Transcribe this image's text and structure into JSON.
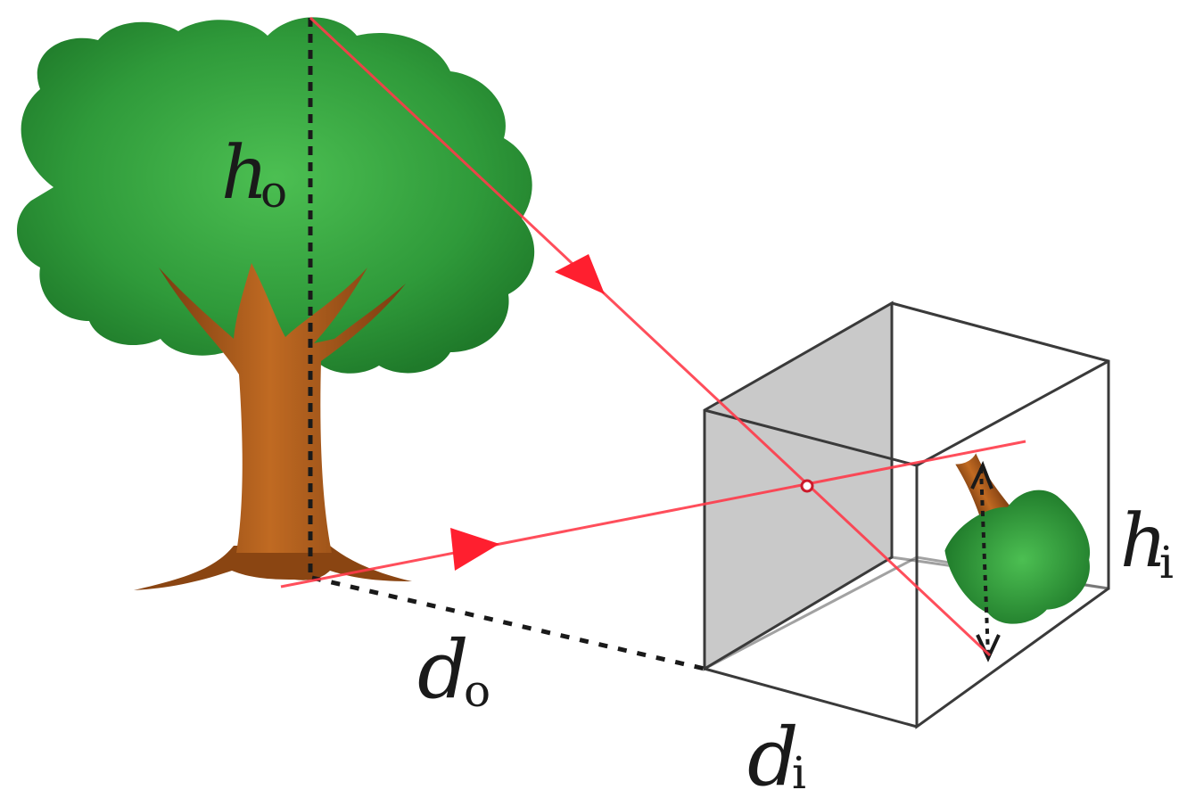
{
  "labels": {
    "object_height": {
      "main": "h",
      "sub": "o"
    },
    "object_distance": {
      "main": "d",
      "sub": "o"
    },
    "image_height": {
      "main": "h",
      "sub": "i"
    },
    "image_distance": {
      "main": "d",
      "sub": "i"
    }
  },
  "colors": {
    "foliage": "#2f9a3a",
    "foliage_dark": "#1f7a2a",
    "trunk": "#b0601c",
    "trunk_dark": "#7a3c10",
    "ray": "#ff3b4a",
    "box_edge": "#3a3a3a",
    "front_face": "#c9c9c9",
    "guide_line": "#222222"
  },
  "icons": {
    "object": "tree-icon",
    "image": "inverted-tree-icon",
    "camera": "pinhole-box-icon"
  }
}
